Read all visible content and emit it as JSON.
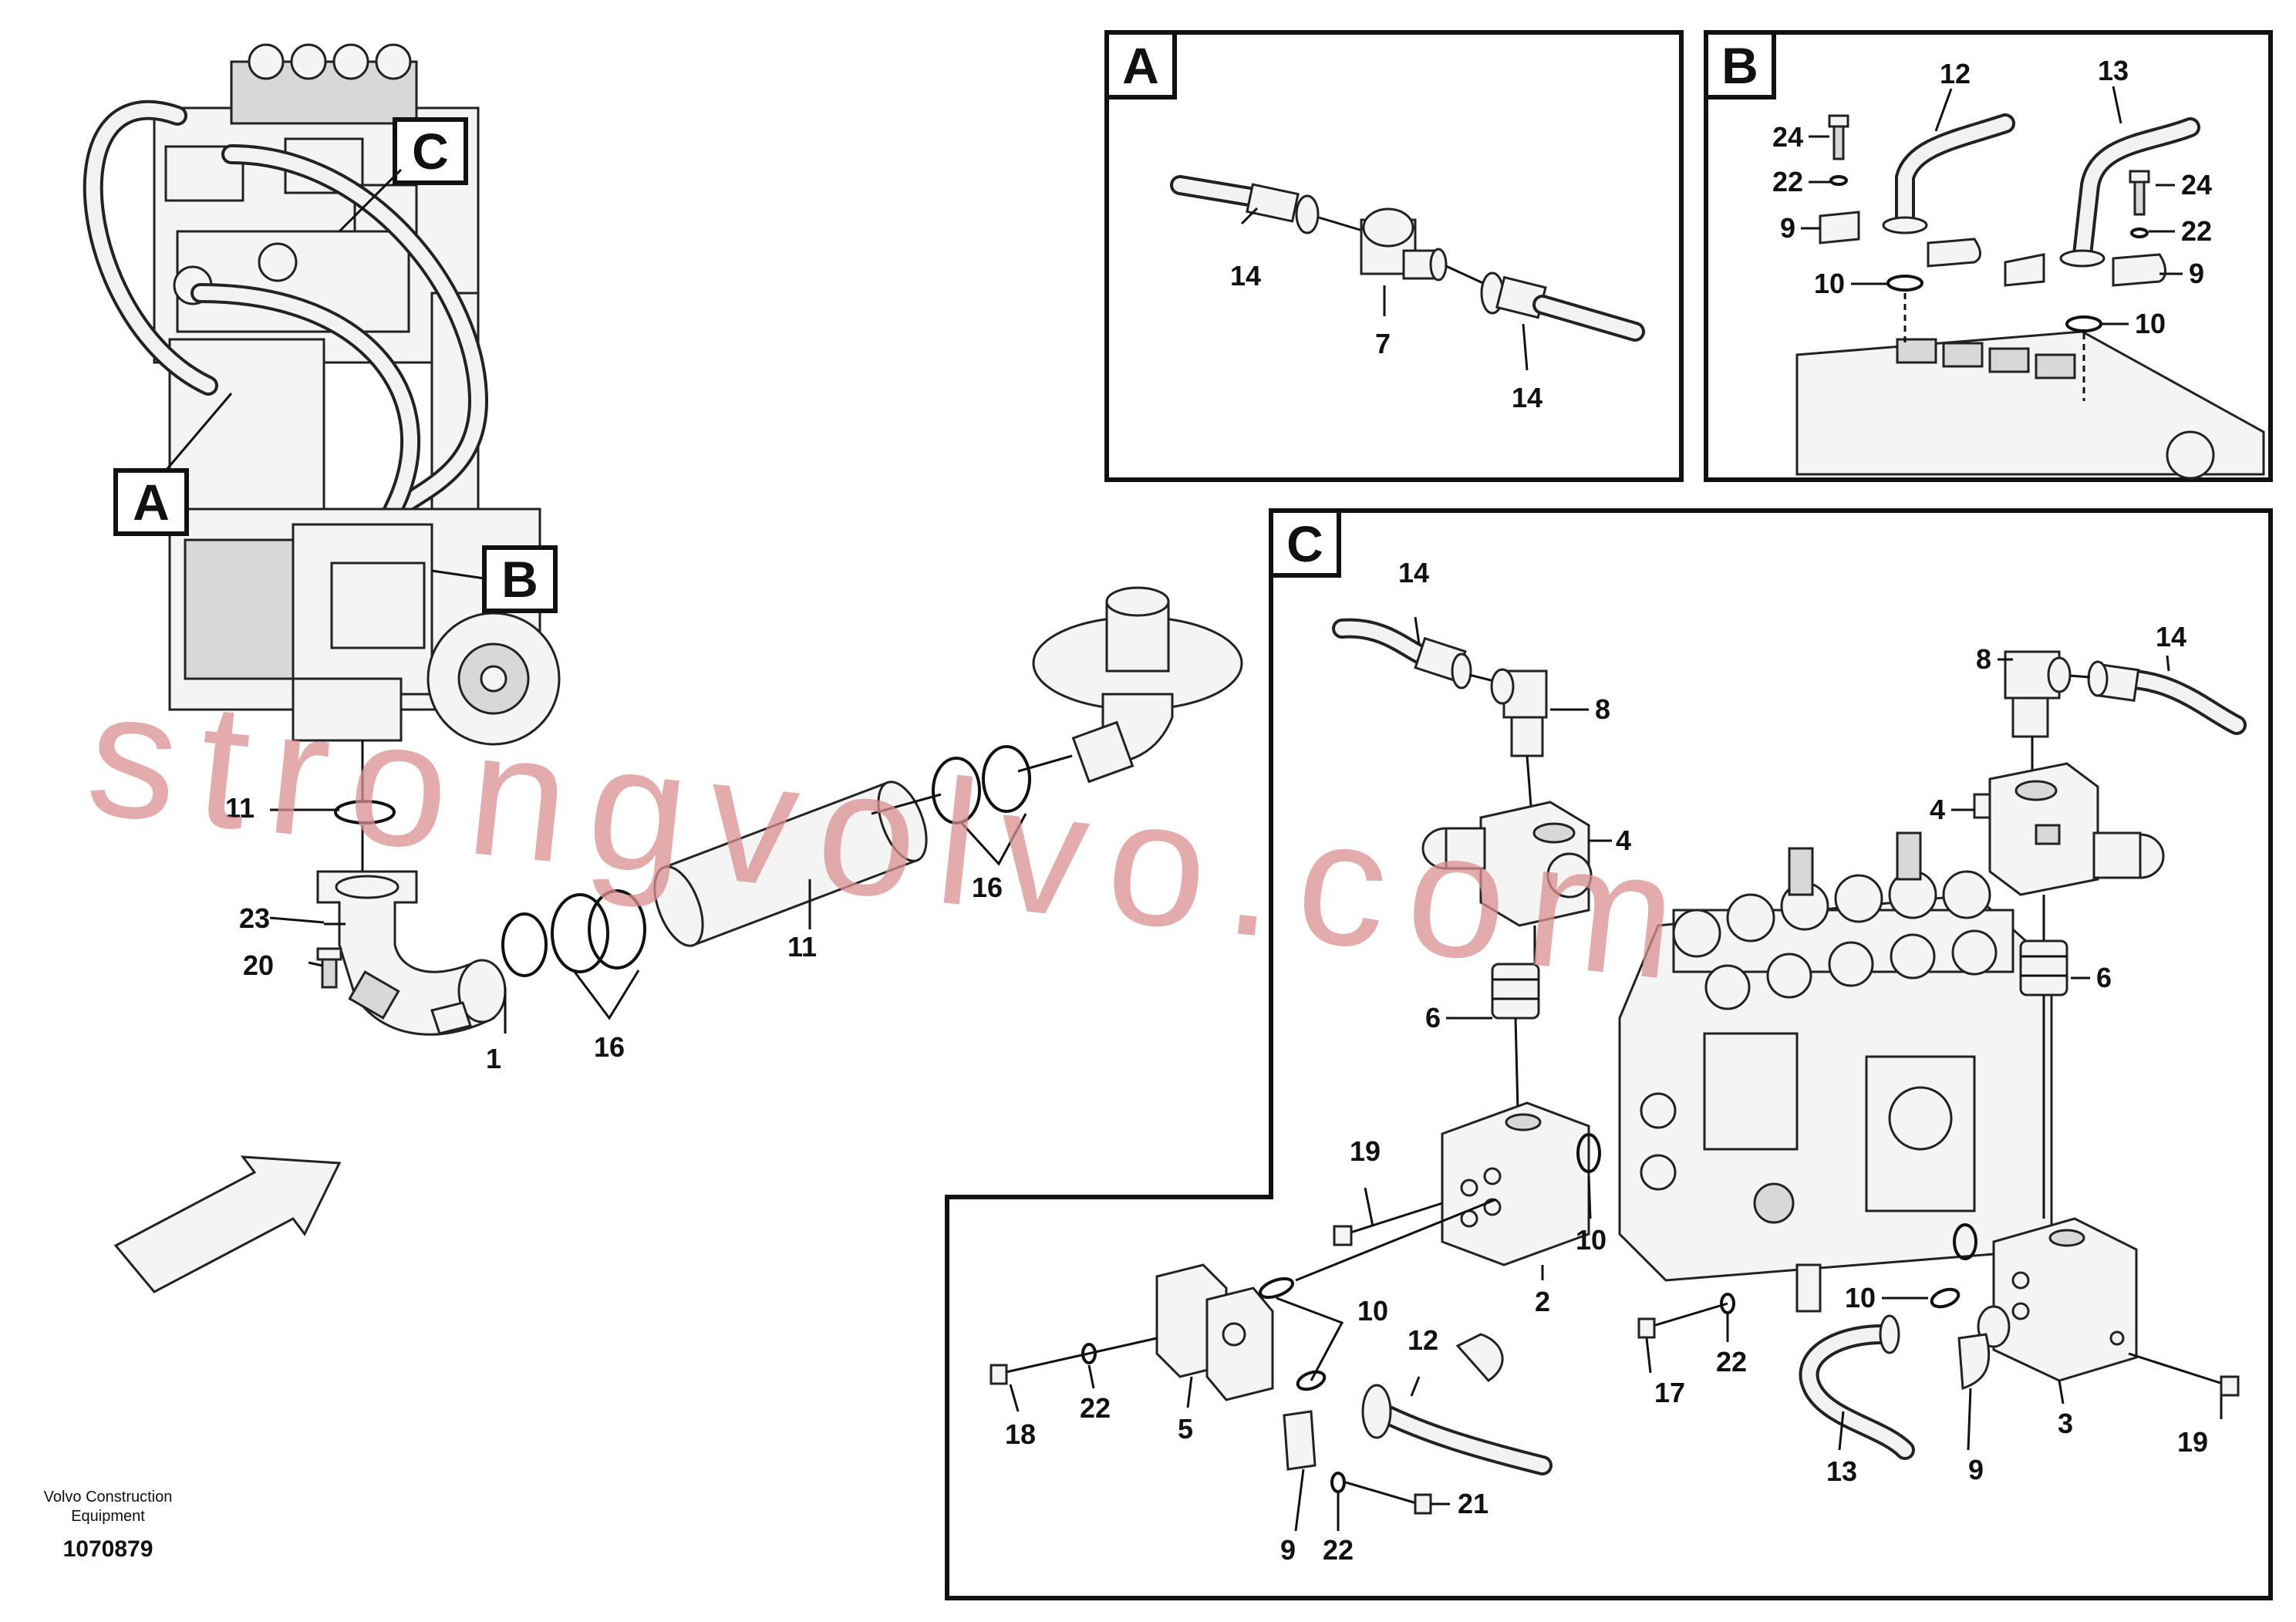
{
  "main_view": {
    "tags": [
      "A",
      "B",
      "C"
    ],
    "callouts": {
      "c1": "1",
      "c11": "11",
      "c11b": "11",
      "c23": "23",
      "c20": "20",
      "c16a": "16",
      "c16b": "16"
    }
  },
  "detail_a": {
    "tag": "A",
    "callouts": {
      "c14a": "14",
      "c7": "7",
      "c14b": "14"
    }
  },
  "detail_b": {
    "tag": "B",
    "callouts": {
      "c12": "12",
      "c13": "13",
      "c24a": "24",
      "c22a": "22",
      "c9a": "9",
      "c10a": "10",
      "c24b": "24",
      "c22b": "22",
      "c9b": "9",
      "c10b": "10"
    }
  },
  "detail_c": {
    "tag": "C",
    "callouts": {
      "c14a": "14",
      "c8a": "8",
      "c4a": "4",
      "c6a": "6",
      "c8b": "8",
      "c14b": "14",
      "c4b": "4",
      "c6b": "6",
      "c19a": "19",
      "c10a": "10",
      "c2": "2",
      "c10b": "10",
      "c10c": "10",
      "c17": "17",
      "c22a": "22",
      "c3": "3",
      "c19b": "19",
      "c18": "18",
      "c22b": "22",
      "c5": "5",
      "c12": "12",
      "c13": "13",
      "c9a": "9",
      "c9b": "9",
      "c22c": "22",
      "c21": "21"
    }
  },
  "watermark": "strongvolvo.com",
  "footer": {
    "company": "Volvo Construction",
    "company_line2": "Equipment",
    "doc_number": "1070879"
  }
}
